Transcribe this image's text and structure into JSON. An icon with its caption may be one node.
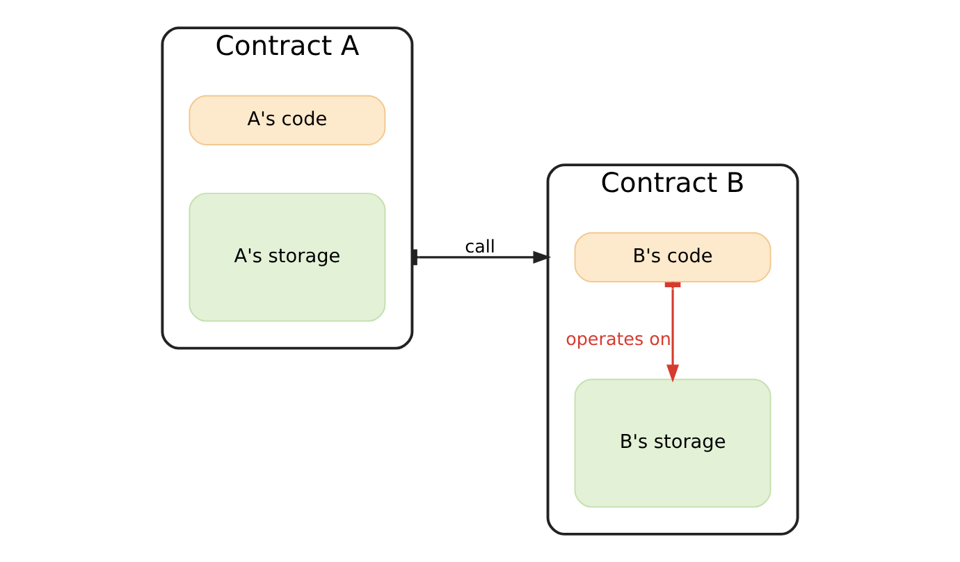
{
  "diagram": {
    "nodes": [
      {
        "text": [
          "Contract A"
        ]
      },
      {
        "text": [
          "A's code"
        ],
        "in": 0
      },
      {
        "text": [
          "A's storage"
        ],
        "in": 0
      },
      {
        "text": [
          "Contract B"
        ]
      },
      {
        "text": [
          "B's code"
        ],
        "in": 3
      },
      {
        "text": [
          "B's storage"
        ],
        "in": 3
      }
    ],
    "edges": [
      {
        "from": 0,
        "to": 3,
        "arrow": "to",
        "label": "call"
      },
      {
        "from": 4,
        "to": 5,
        "arrow": "to",
        "label": "operates on",
        "color": "#d63b2f"
      }
    ]
  }
}
